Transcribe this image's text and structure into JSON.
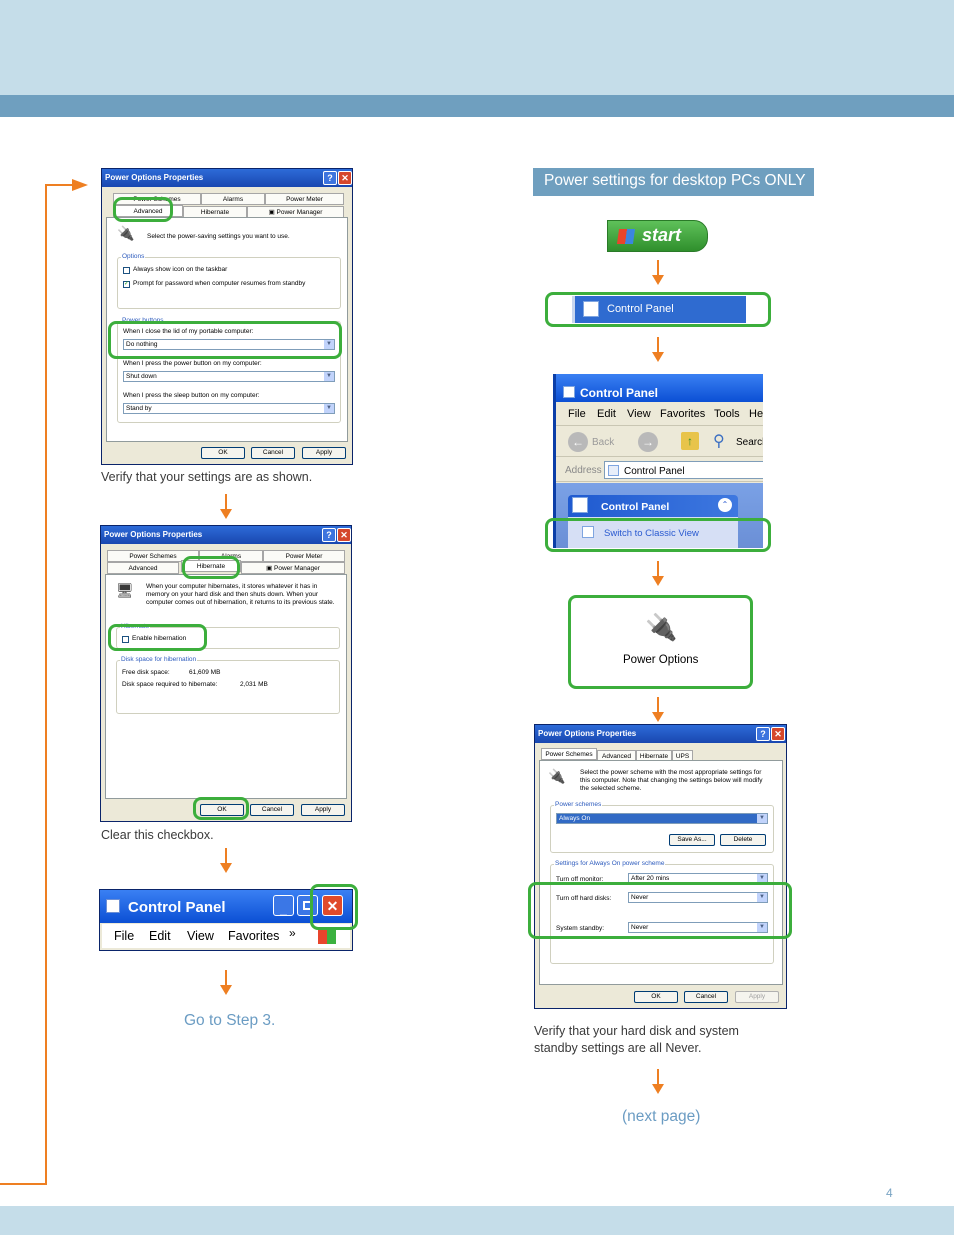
{
  "banner": "Power settings for desktop PCs ONLY",
  "page_number": "4",
  "captions": {
    "verify_settings": "Verify that your settings are as shown.",
    "clear_checkbox": "Clear this checkbox.",
    "go_to_step": "Go to Step 3.",
    "verify_disk": "Verify that your hard disk and system standby settings are all Never.",
    "next_page": "(next page)"
  },
  "dialog1": {
    "title": "Power Options Properties",
    "tabs": [
      "Power Schemes",
      "Alarms",
      "Power Meter",
      "Advanced",
      "Hibernate",
      "Power Manager"
    ],
    "intro": "Select the power-saving settings you want to use.",
    "options_group": "Options",
    "opt1": "Always show icon on the taskbar",
    "opt2": "Prompt for password when computer resumes from standby",
    "buttons_group": "Power buttons",
    "lid_label": "When I close the lid of my portable computer:",
    "lid_value": "Do nothing",
    "power_label": "When I press the power button on my computer:",
    "power_value": "Shut down",
    "sleep_label": "When I press the sleep button on my computer:",
    "sleep_value": "Stand by",
    "ok": "OK",
    "cancel": "Cancel",
    "apply": "Apply"
  },
  "dialog2": {
    "title": "Power Options Properties",
    "tabs": [
      "Power Schemes",
      "Alarms",
      "Power Meter",
      "Advanced",
      "Hibernate",
      "Power Manager"
    ],
    "intro1": "When your computer hibernates, it stores whatever it has in",
    "intro2": "memory on your hard disk and then shuts down. When your",
    "intro3": "computer comes out of hibernation, it returns to its previous state.",
    "hib_group": "Hibernate",
    "enable": "Enable hibernation",
    "disk_group": "Disk space for hibernation",
    "free_label": "Free disk space:",
    "free_value": "61,609 MB",
    "req_label": "Disk space required to hibernate:",
    "req_value": "2,031 MB",
    "ok": "OK",
    "cancel": "Cancel",
    "apply": "Apply"
  },
  "cp_small": {
    "title": "Control Panel",
    "menu": [
      "File",
      "Edit",
      "View",
      "Favorites"
    ]
  },
  "start": {
    "label": "start"
  },
  "cp_menu_item": {
    "label": "Control Panel"
  },
  "cp_window": {
    "title": "Control Panel",
    "menu": [
      "File",
      "Edit",
      "View",
      "Favorites",
      "Tools",
      "Hel"
    ],
    "back": "Back",
    "search": "Search",
    "address_label": "Address",
    "address_value": "Control Panel",
    "pane_title": "Control Panel",
    "switch": "Switch to Classic View"
  },
  "power_icon": {
    "label": "Power Options"
  },
  "dialog3": {
    "title": "Power Options Properties",
    "tabs": [
      "Power Schemes",
      "Advanced",
      "Hibernate",
      "UPS"
    ],
    "intro1": "Select the power scheme with the most appropriate settings for",
    "intro2": "this computer. Note that changing the settings below will modify",
    "intro3": "the selected scheme.",
    "schemes_group": "Power schemes",
    "scheme_value": "Always On",
    "save_as": "Save As...",
    "delete": "Delete",
    "settings_group": "Settings for Always On power scheme",
    "monitor_label": "Turn off monitor:",
    "monitor_value": "After 20 mins",
    "disk_label": "Turn off hard disks:",
    "disk_value": "Never",
    "standby_label": "System standby:",
    "standby_value": "Never",
    "ok": "OK",
    "cancel": "Cancel",
    "apply": "Apply"
  }
}
